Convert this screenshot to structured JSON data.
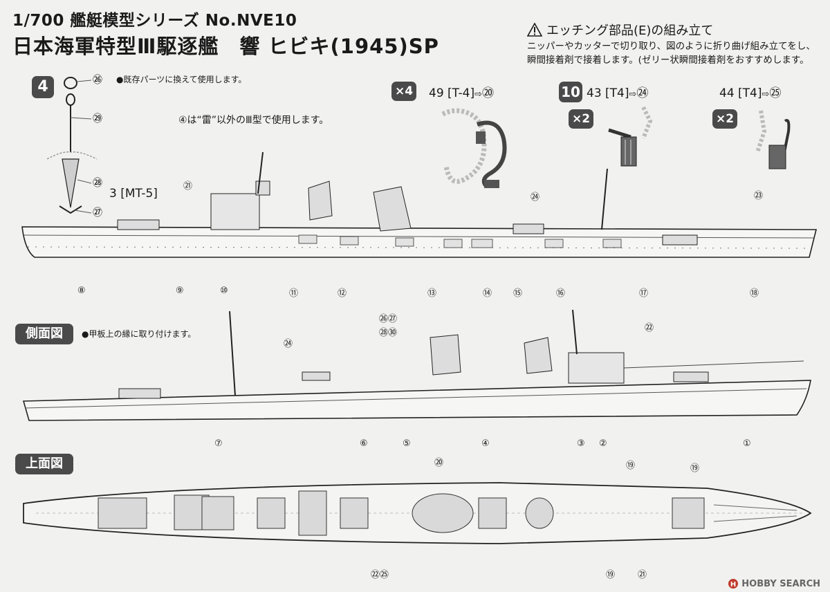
{
  "header": {
    "series": "1/700 艦艇模型シリーズ No.NVE10",
    "title": "日本海軍特型Ⅲ駆逐艦　響 ヒビキ(1945)SP"
  },
  "warning": {
    "title": "エッチング部品(E)の組み立て",
    "line1": "ニッパーやカッターで切り取り、図のように折り曲げ組み立てをし、",
    "line2": "瞬間接着剤で接着します。(ゼリー状瞬間接着剤をおすすめします。"
  },
  "step4": {
    "badge": "4",
    "note1": "●既存パーツに換えて使用します。",
    "note2": "④は“雷”以外のⅢ型で使用します。",
    "part_label": "3 [MT-5]",
    "callouts": [
      "㉖",
      "㉙",
      "㉘",
      "㉗"
    ]
  },
  "parts": [
    {
      "qty": "×4",
      "label": "49 [T-4]",
      "arrow": "⇨",
      "target": "⑳"
    },
    {
      "qty": "×2",
      "label": "43 [T4]",
      "arrow": "⇨",
      "target": "㉔"
    },
    {
      "qty": "×2",
      "label": "44 [T4]",
      "arrow": "⇨",
      "target": "㉕"
    }
  ],
  "step10": {
    "badge": "10"
  },
  "side_view": {
    "label": "側面図",
    "note": "●甲板上の縁に取り付けます。"
  },
  "top_view": {
    "label": "上面図"
  },
  "callouts_upper": [
    "⑧",
    "⑨",
    "⑩",
    "⑪",
    "⑫",
    "⑬",
    "⑭",
    "⑮",
    "⑯",
    "⑰",
    "⑱",
    "㉑",
    "㉔",
    "㉓"
  ],
  "callouts_lower": [
    "⑦",
    "⑥",
    "⑤",
    "④",
    "③",
    "②",
    "①",
    "㉔",
    "㉖㉗",
    "㉘㉚",
    "㉒"
  ],
  "callouts_top": [
    "⑳",
    "⑲",
    "⑲",
    "⑲",
    "㉑",
    "㉒㉕"
  ],
  "watermark": "HOBBY SEARCH",
  "colors": {
    "ink": "#1a1a1a",
    "badge": "#4a4a4a",
    "paper": "#f1f1ef",
    "brand_red": "#c0392b"
  }
}
